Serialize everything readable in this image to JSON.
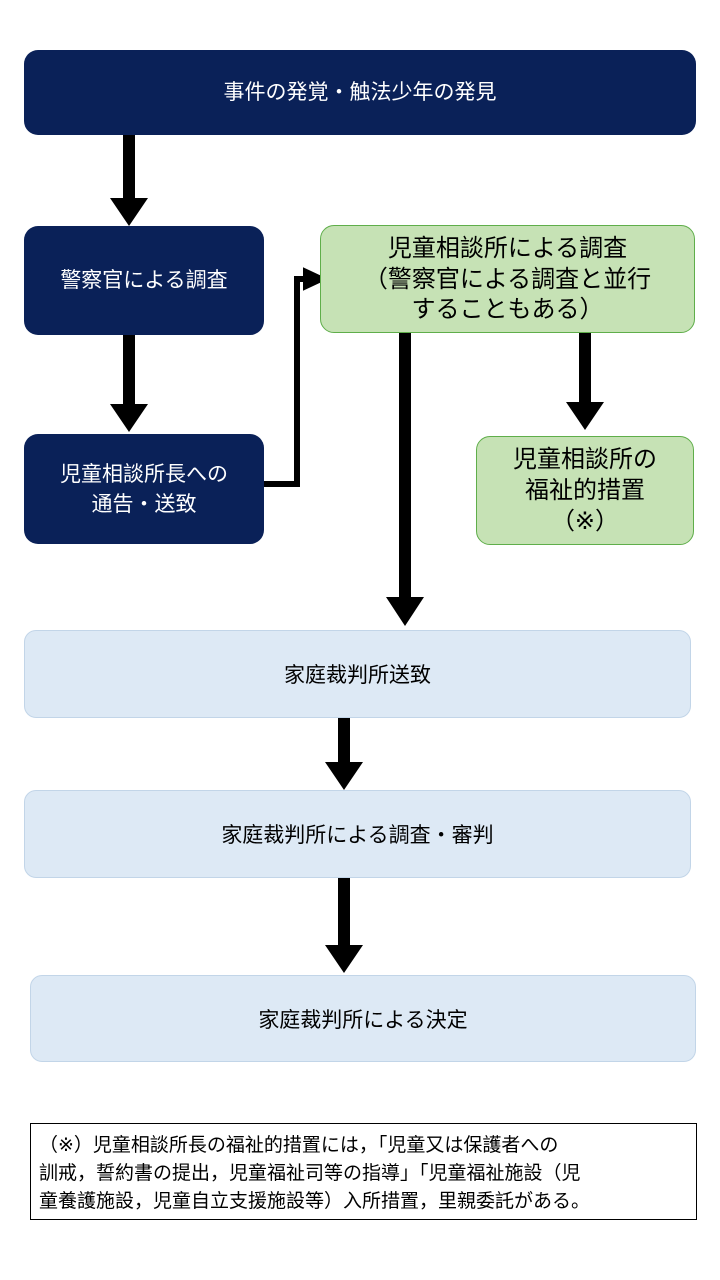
{
  "nodes": {
    "discovery": "事件の発覚・触法少年の発見",
    "police": "警察官による調査",
    "notify": "児童相談所長への\n通告・送致",
    "cgc_investigation": "児童相談所による調査\n（警察官による調査と並行\nすることもある）",
    "welfare": "児童相談所の\n福祉的措置\n（※）",
    "family_court_transfer": "家庭裁判所送致",
    "family_court_hearing": "家庭裁判所による調査・審判",
    "family_court_decision": "家庭裁判所による決定"
  },
  "note": "（※）児童相談所長の福祉的措置には，「児童又は保護者への\n訓戒，誓約書の提出，児童福祉司等の指導」「児童福祉施設（児\n童養護施設，児童自立支援施設等）入所措置，里親委託がある。",
  "colors": {
    "navy": "#0a2158",
    "green_fill": "#c6e2b5",
    "green_border": "#5fae4a",
    "light_fill": "#dde9f5",
    "arrow": "#000000"
  }
}
